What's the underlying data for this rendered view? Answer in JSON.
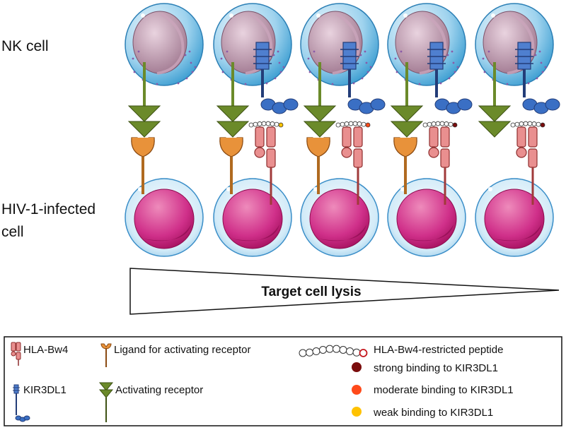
{
  "labels": {
    "nk_cell": "NK cell",
    "infected_cell_line1": "HIV-1-infected",
    "infected_cell_line2": "cell",
    "lysis": "Target cell lysis"
  },
  "columns": [
    {
      "has_activating_receptor": true,
      "has_kir3dl1": false,
      "peptide_binding": null
    },
    {
      "has_activating_receptor": true,
      "has_kir3dl1": true,
      "peptide_binding": "weak"
    },
    {
      "has_activating_receptor": true,
      "has_kir3dl1": true,
      "peptide_binding": "moderate"
    },
    {
      "has_activating_receptor": true,
      "has_kir3dl1": true,
      "peptide_binding": "strong"
    },
    {
      "has_activating_receptor": false,
      "has_kir3dl1": true,
      "peptide_binding": "strong"
    }
  ],
  "legend": {
    "hla_bw4": "HLA-Bw4",
    "kir3dl1": "KIR3DL1",
    "ligand": "Ligand for activating receptor",
    "activating_receptor": "Activating receptor",
    "peptide": "HLA-Bw4-restricted peptide",
    "strong": "strong binding to KIR3DL1",
    "moderate": "moderate binding to KIR3DL1",
    "weak": "weak binding to KIR3DL1"
  },
  "colors": {
    "strong": "#7a0c0c",
    "moderate": "#ff4a1a",
    "weak": "#ffc200",
    "activating_receptor": "#6b8a2a",
    "ligand": "#e8923a",
    "hla": "#e98f8f",
    "kir": "#3a6fc4",
    "nk_nucleus": "#b98aa4",
    "target_nucleus": "#c2186b"
  }
}
